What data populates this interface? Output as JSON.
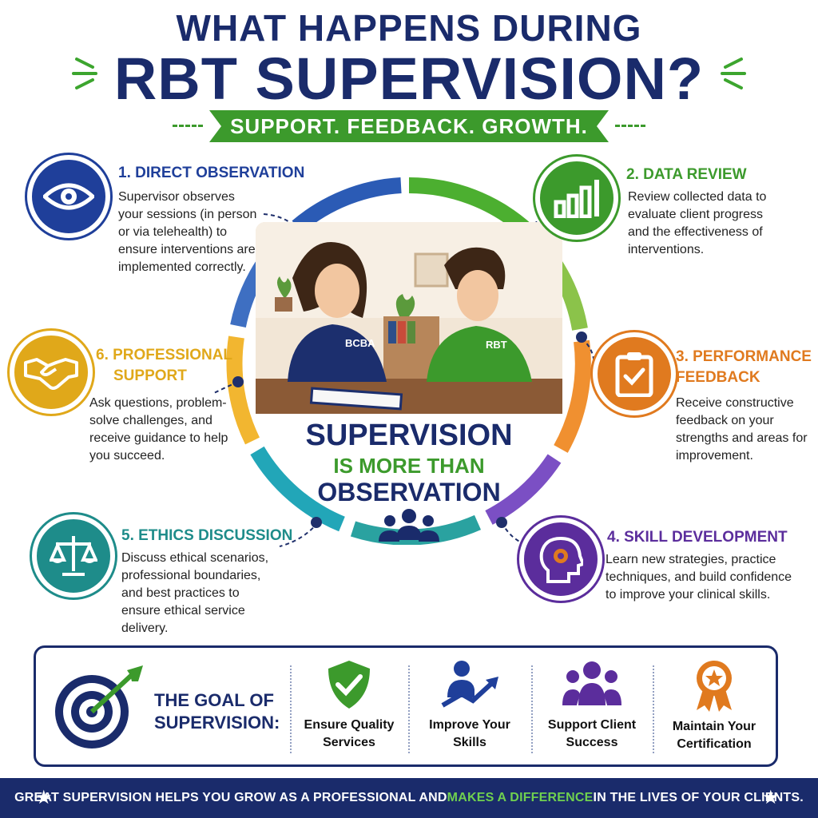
{
  "header": {
    "title_line_1": "WHAT HAPPENS DURING",
    "title_line_2": "RBT SUPERVISION?",
    "tagline": "SUPPORT. FEEDBACK. GROWTH."
  },
  "items": [
    {
      "title": "1. DIRECT OBSERVATION",
      "desc": "Supervisor observes your sessions (in person or via telehealth) to ensure interventions are implemented correctly.",
      "icon": "eye-icon",
      "color": "#1f3f9a"
    },
    {
      "title": "2. DATA REVIEW",
      "desc": "Review collected data to evaluate client progress and the effectiveness of interventions.",
      "icon": "bar-chart-icon",
      "color": "#3c9a2c"
    },
    {
      "title": "3. PERFORMANCE FEEDBACK",
      "desc": "Receive constructive feedback on your strengths and areas for improvement.",
      "icon": "clipboard-check-icon",
      "color": "#e07a1f"
    },
    {
      "title": "4. SKILL DEVELOPMENT",
      "desc": "Learn new strategies, practice techniques, and build confidence to improve your clinical skills.",
      "icon": "head-gear-icon",
      "color": "#5b2d9c"
    },
    {
      "title": "5. ETHICS DISCUSSION",
      "desc": "Discuss ethical scenarios, professional boundaries, and best practices to ensure ethical service delivery.",
      "icon": "scales-icon",
      "color": "#1e8c8a"
    },
    {
      "title": "6. PROFESSIONAL SUPPORT",
      "desc": "Ask questions, problem-solve challenges, and receive guidance to help you succeed.",
      "icon": "handshake-icon",
      "color": "#e0a81a"
    }
  ],
  "item_title_lines": {
    "item3_line1": "3. PERFORMANCE",
    "item3_line2": "FEEDBACK",
    "item6_line1": "6. PROFESSIONAL",
    "item6_line2": "SUPPORT"
  },
  "center": {
    "shirt_left": "BCBA",
    "shirt_right": "RBT",
    "line_1": "SUPERVISION",
    "line_2": "IS MORE THAN",
    "line_3": "OBSERVATION"
  },
  "goal": {
    "title_line_1": "THE GOAL OF",
    "title_line_2": "SUPERVISION:",
    "items": [
      {
        "line1": "Ensure Quality",
        "line2": "Services",
        "icon": "shield-check-icon",
        "color": "#3c9a2c"
      },
      {
        "line1": "Improve Your",
        "line2": "Skills",
        "icon": "growth-arrow-icon",
        "color": "#1f3f9a"
      },
      {
        "line1": "Support Client",
        "line2": "Success",
        "icon": "group-icon",
        "color": "#5b2d9c"
      },
      {
        "line1": "Maintain Your",
        "line2": "Certification",
        "icon": "award-ribbon-icon",
        "color": "#e07a1f"
      }
    ]
  },
  "footer": {
    "part_1": "GREAT SUPERVISION HELPS YOU GROW AS A PROFESSIONAL AND ",
    "highlight": "MAKES A DIFFERENCE",
    "part_2": " IN THE LIVES OF YOUR CLIENTS."
  }
}
